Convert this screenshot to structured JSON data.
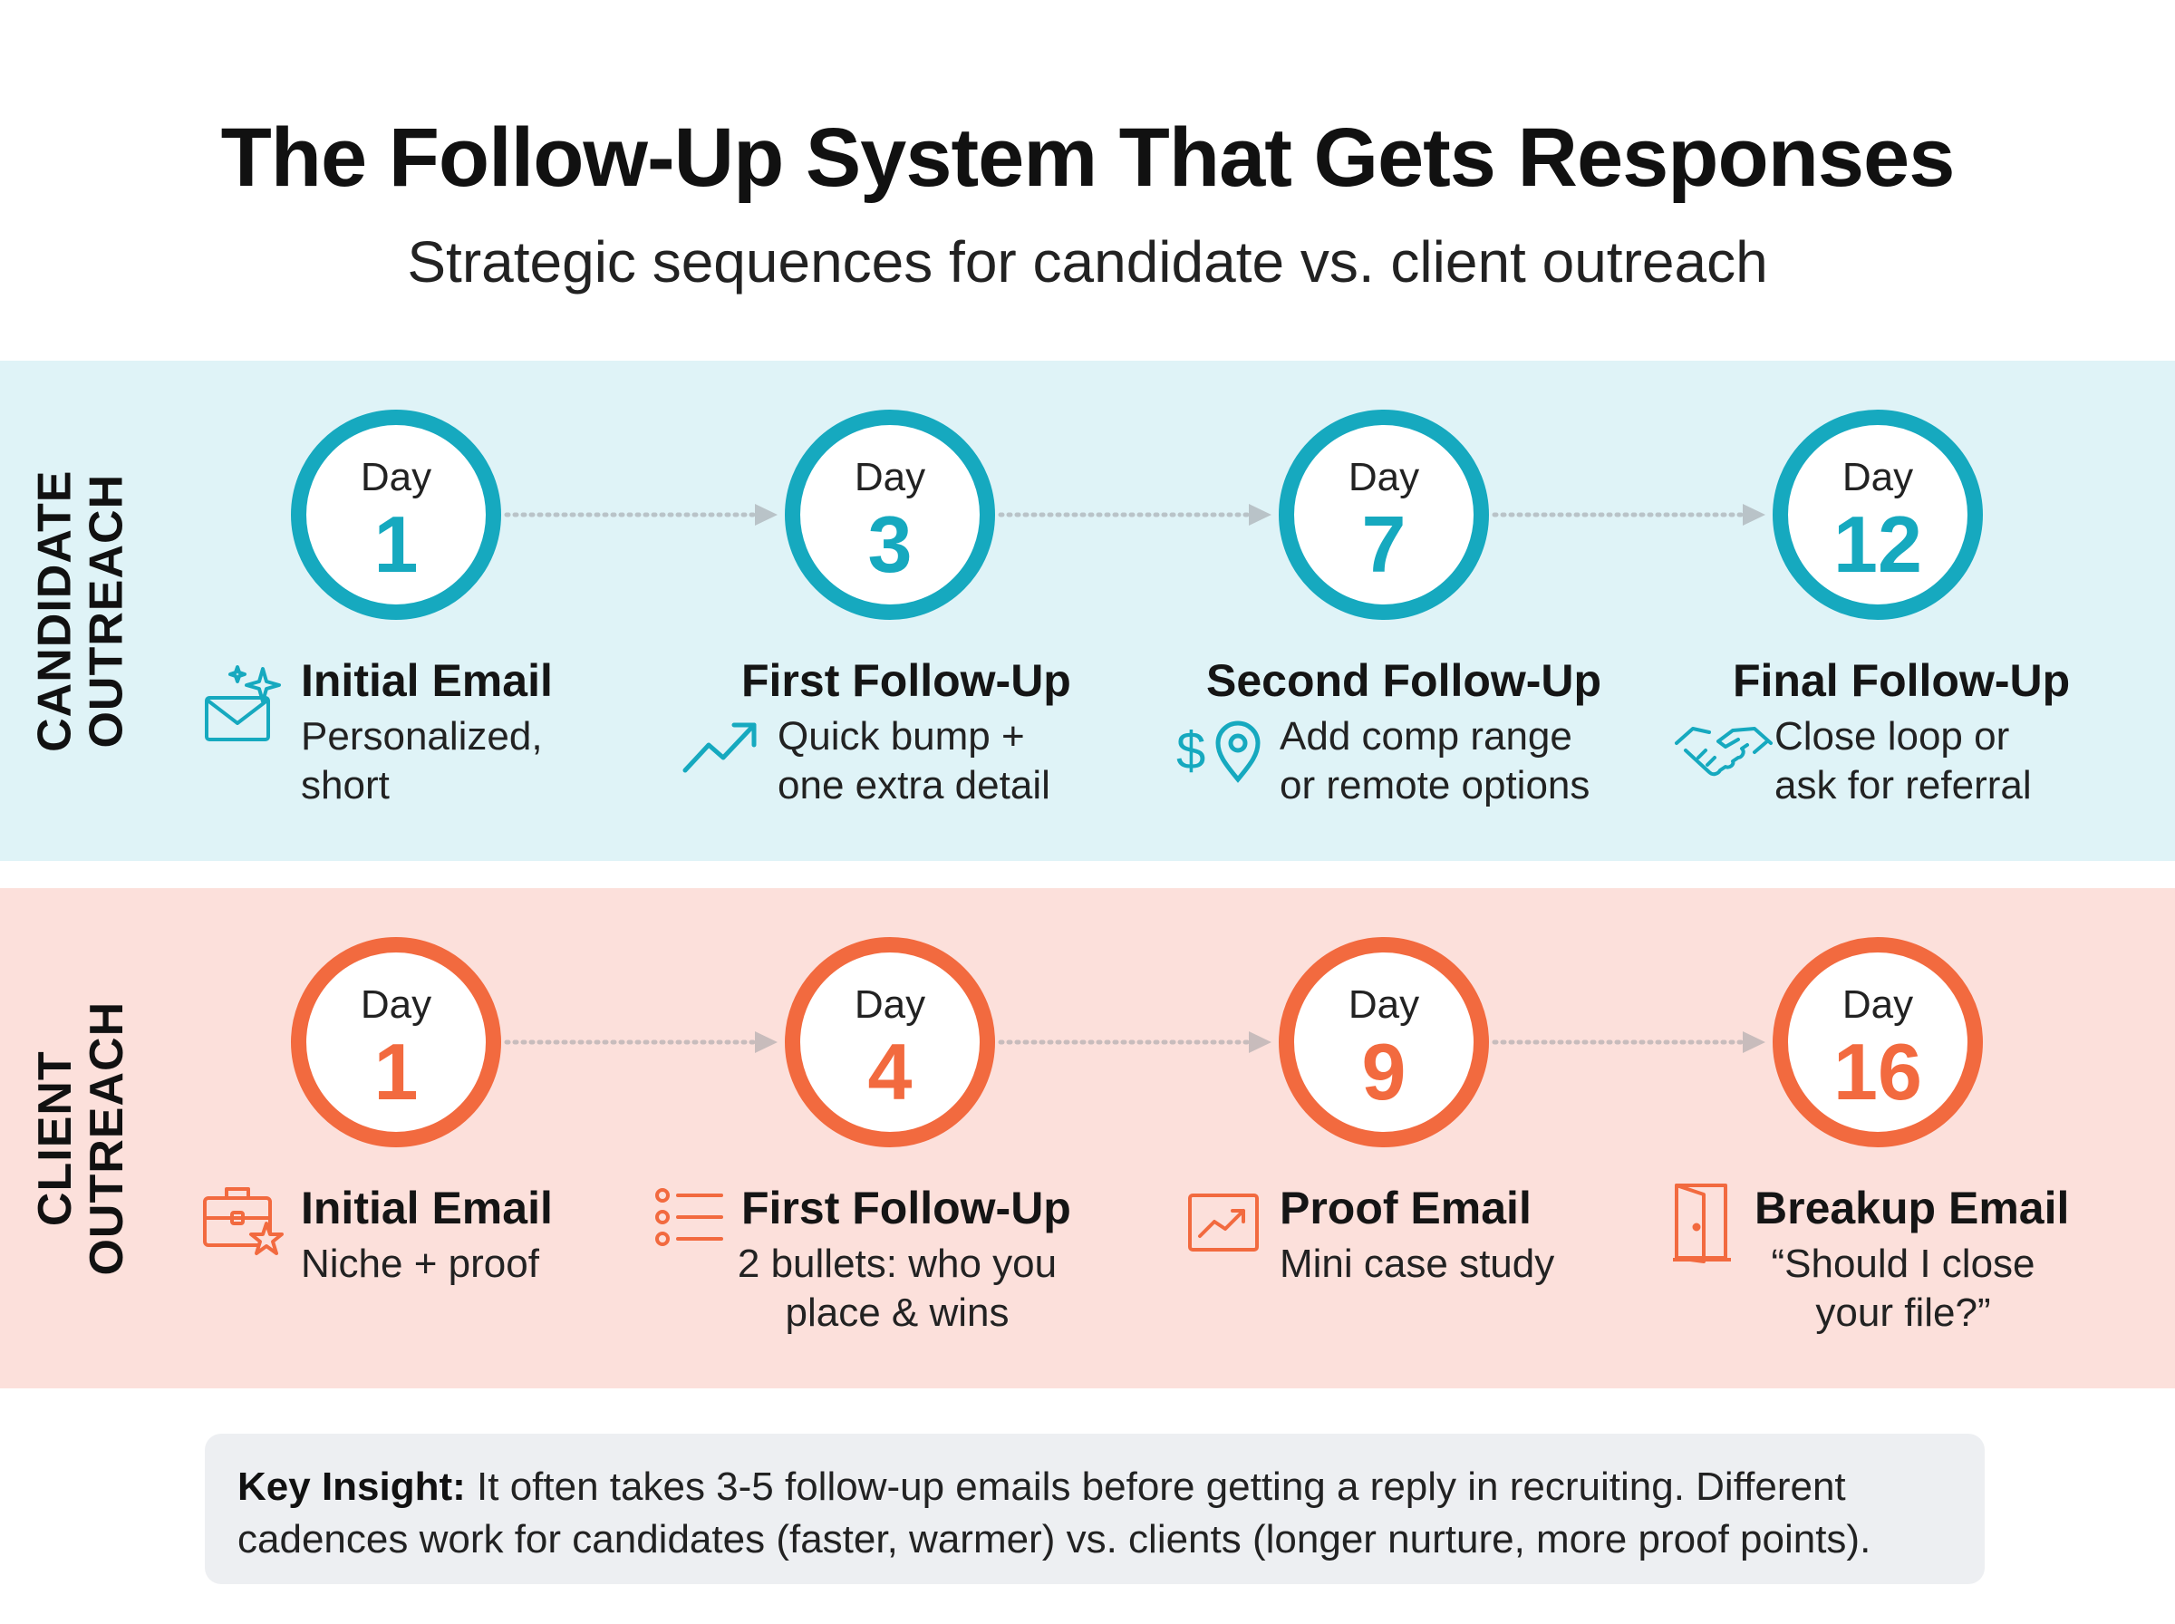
{
  "title": "The Follow-Up System That Gets Responses",
  "subtitle": "Strategic sequences for candidate vs. client outreach",
  "colors": {
    "candidate_accent": "#16a9bf",
    "client_accent": "#f26a3f",
    "candidate_band": "#dff3f7",
    "client_band": "#fce0db"
  },
  "candidate": {
    "label": "CANDIDATE\nOUTREACH",
    "steps": [
      {
        "day_label": "Day",
        "day": "1",
        "title": "Initial Email",
        "desc": "Personalized,\nshort",
        "icon": "sparkle-mail-icon"
      },
      {
        "day_label": "Day",
        "day": "3",
        "title": "First Follow-Up",
        "desc": "Quick bump +\none extra detail",
        "icon": "trend-up-icon"
      },
      {
        "day_label": "Day",
        "day": "7",
        "title": "Second Follow-Up",
        "desc": "Add comp range\nor remote options",
        "icon": "dollar-location-icon"
      },
      {
        "day_label": "Day",
        "day": "12",
        "title": "Final Follow-Up",
        "desc": "Close loop or\nask for referral",
        "icon": "handshake-icon"
      }
    ]
  },
  "client": {
    "label": "CLIENT\nOUTREACH",
    "steps": [
      {
        "day_label": "Day",
        "day": "1",
        "title": "Initial Email",
        "desc": "Niche + proof",
        "icon": "briefcase-star-icon"
      },
      {
        "day_label": "Day",
        "day": "4",
        "title": "First Follow-Up",
        "desc": "2 bullets: who you\nplace & wins",
        "icon": "list-icon"
      },
      {
        "day_label": "Day",
        "day": "9",
        "title": "Proof Email",
        "desc": "Mini case study",
        "icon": "chart-up-icon"
      },
      {
        "day_label": "Day",
        "day": "16",
        "title": "Breakup Email",
        "desc": "“Should I close\nyour file?”",
        "icon": "door-exit-icon"
      }
    ]
  },
  "insight": {
    "label": "Key Insight:",
    "text": " It often takes 3-5 follow-up emails before getting a reply in recruiting. Different cadences work for candidates (faster, warmer) vs. clients (longer nurture, more proof points)."
  }
}
